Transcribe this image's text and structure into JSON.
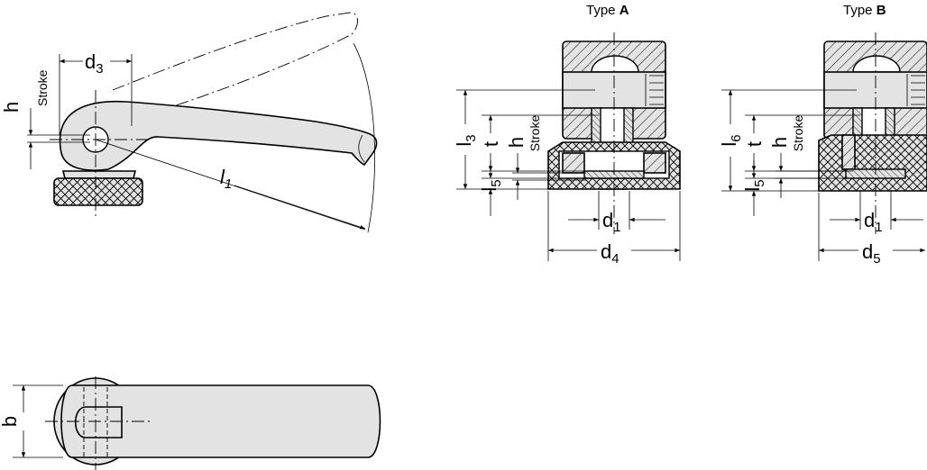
{
  "labels": {
    "d3": "d3",
    "h": "h",
    "stroke": "Stroke",
    "l1": "l1",
    "b": "b",
    "type_a_prefix": "Type ",
    "type_a_letter": "A",
    "type_b_prefix": "Type ",
    "type_b_letter": "B",
    "l3": "l3",
    "l5": "l5",
    "l6": "l6",
    "t": "t",
    "d1": "d1",
    "d4": "d4",
    "d5": "d5"
  },
  "colors": {
    "line": "#000000",
    "fill": "#e3e3e3",
    "background": "#ffffff"
  }
}
